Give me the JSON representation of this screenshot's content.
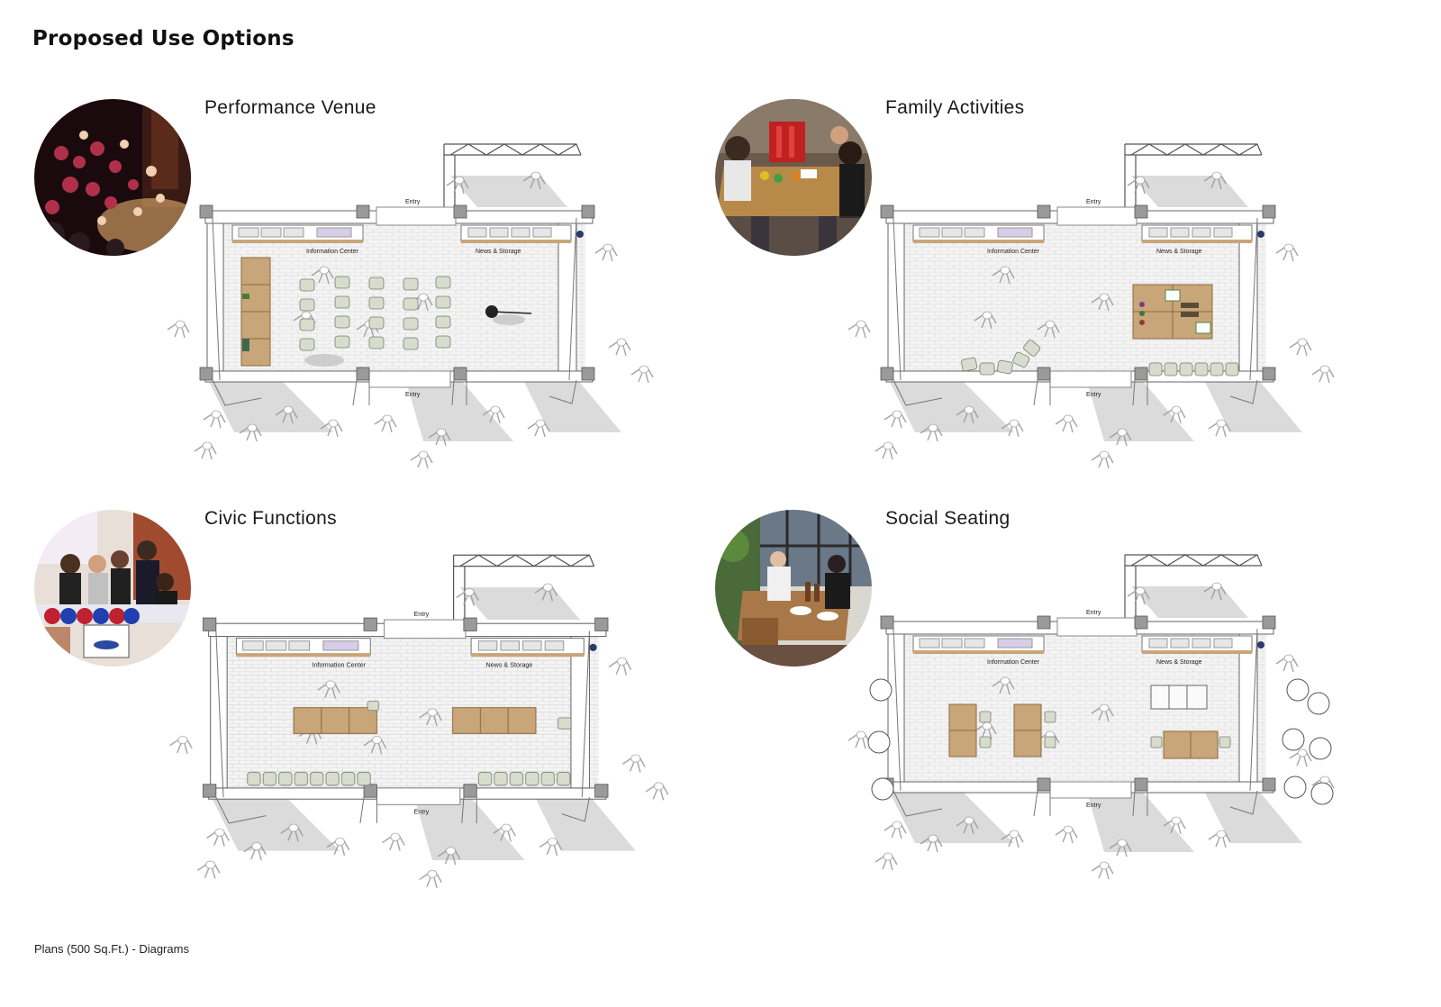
{
  "page": {
    "title": "Proposed Use Options",
    "footer": "Plans (500 Sq.Ft.) - Diagrams"
  },
  "plan_labels": {
    "entry_top": "Entry",
    "entry_bottom": "Entry",
    "info_center": "Information Center",
    "news_storage": "News & Storage"
  },
  "panels": [
    {
      "id": "performance",
      "title": "Performance Venue",
      "photo": "theater-audience-photo"
    },
    {
      "id": "family",
      "title": "Family Activities",
      "photo": "children-crafts-table-photo"
    },
    {
      "id": "civic",
      "title": "Civic Functions",
      "photo": "voter-registration-booth-photo"
    },
    {
      "id": "social",
      "title": "Social Seating",
      "photo": "cafe-seating-photo"
    }
  ],
  "colors": {
    "wood": "#c9a679",
    "chair": "#d8dccd",
    "wall": "#8e8e8e",
    "shadow": "#cfcfcf",
    "floor": "#f3f3f3"
  }
}
